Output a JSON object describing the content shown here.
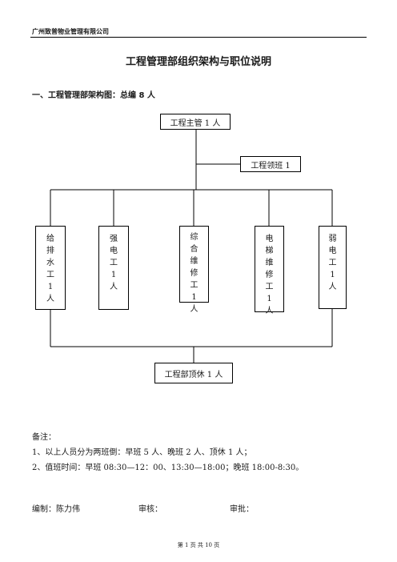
{
  "header": {
    "company": "广州致普物业管理有限公司"
  },
  "document": {
    "title": "工程管理部组织架构与职位说明",
    "section_heading": "一、工程管理部架构图：总编 8 人"
  },
  "org_chart": {
    "top": "工程主管 1 人",
    "lead": "工程领班 1",
    "workers": [
      {
        "id": "plumbing",
        "chars": [
          "给",
          "排",
          "水",
          "工",
          "1",
          "人"
        ]
      },
      {
        "id": "electrical",
        "chars": [
          "强",
          "电",
          "工",
          "1",
          "人"
        ]
      },
      {
        "id": "general-maintenance",
        "chars": [
          "综",
          "合",
          "维",
          "修",
          "工",
          "1",
          "人"
        ]
      },
      {
        "id": "elevator",
        "chars": [
          "电",
          "梯",
          "维",
          "修",
          "工",
          "1",
          "人"
        ]
      },
      {
        "id": "low-voltage",
        "chars": [
          "弱",
          "电",
          "工",
          "1",
          "人"
        ]
      }
    ],
    "bottom": "工程部顶休 1 人"
  },
  "notes": {
    "title": "备注：",
    "lines": [
      "1、以上人员分为两班倒：早班 5 人、晚班 2 人、顶休 1 人；",
      "2、值班时间：早班 08:30—12：00、13:30—18:00；晚班 18:00-8:30。"
    ]
  },
  "signoff": {
    "compiled": "编制：陈力伟",
    "reviewed": "审核：",
    "approved": "审批："
  },
  "footer": {
    "page": "第 1 页 共 10 页"
  }
}
